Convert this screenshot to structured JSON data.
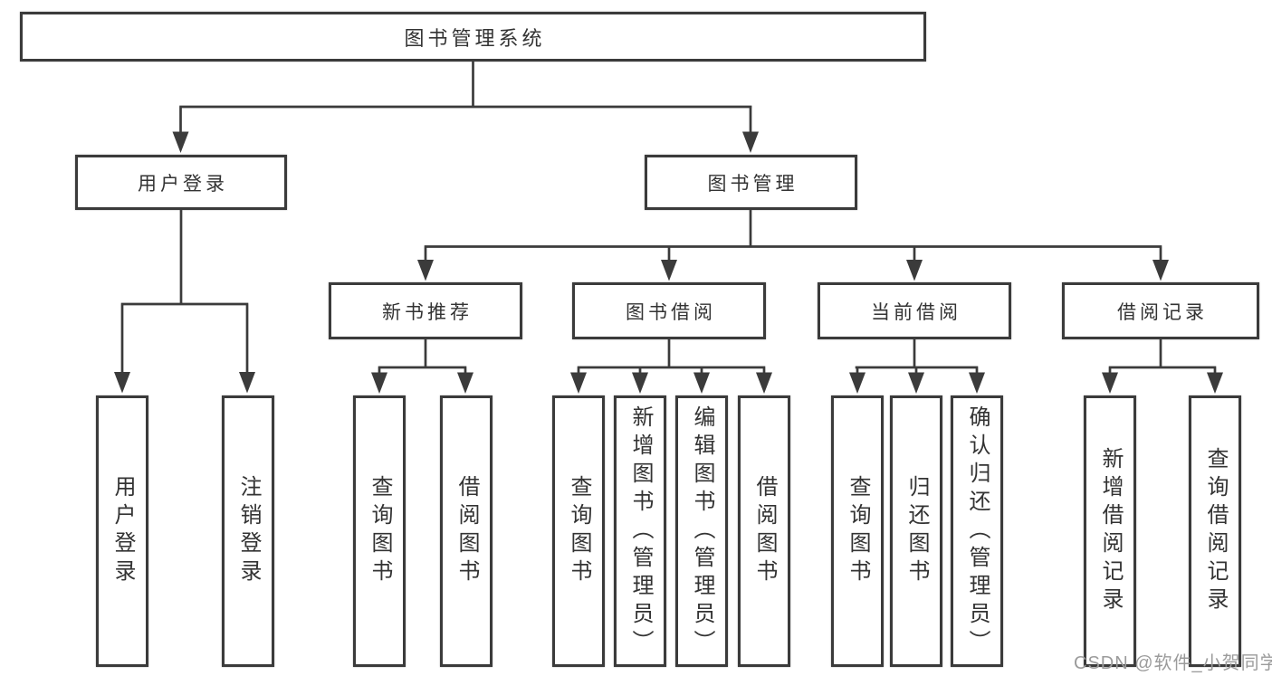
{
  "tree": {
    "root": "图书管理系统",
    "branches": [
      {
        "label": "用户登录",
        "children": [
          "用户登录",
          "注销登录"
        ]
      },
      {
        "label": "图书管理",
        "sub": [
          {
            "label": "新书推荐",
            "children": [
              "查询图书",
              "借阅图书"
            ]
          },
          {
            "label": "图书借阅",
            "children": [
              "查询图书",
              "新增图书（管理员）",
              "编辑图书（管理员）",
              "借阅图书"
            ]
          },
          {
            "label": "当前借阅",
            "children": [
              "查询图书",
              "归还图书",
              "确认归还（管理员）"
            ]
          },
          {
            "label": "借阅记录",
            "children": [
              "新增借阅记录",
              "查询借阅记录"
            ]
          }
        ]
      }
    ]
  },
  "watermark": "CSDN @软件_小贺同学",
  "colors": {
    "line": "#3b3b3b",
    "text": "#333333",
    "watermark": "#9b9b9b",
    "background": "#ffffff"
  }
}
